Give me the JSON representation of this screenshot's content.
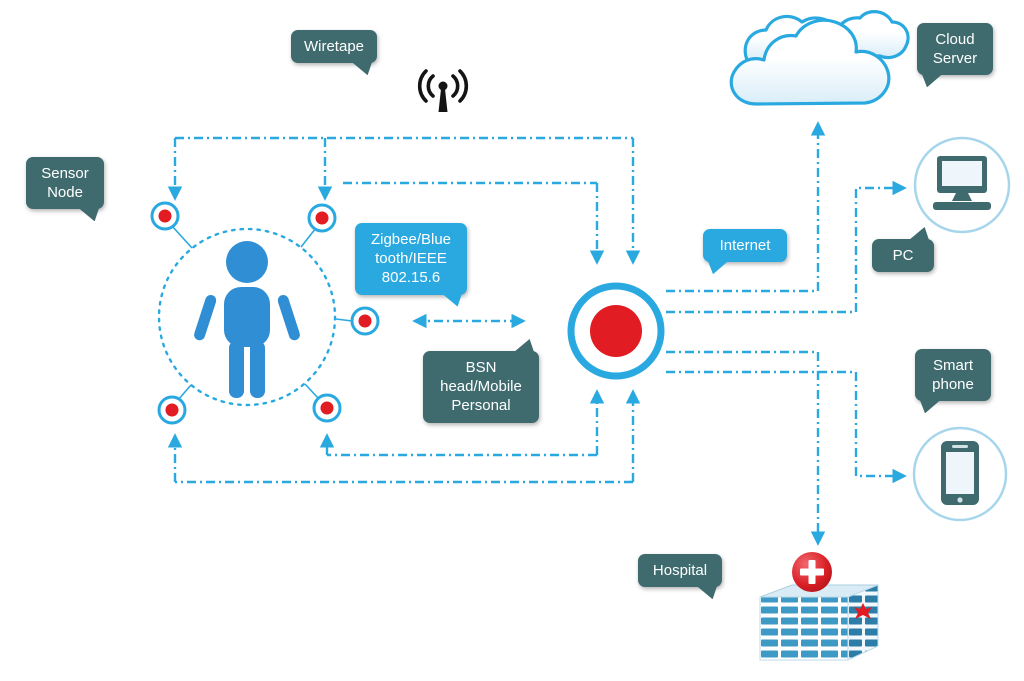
{
  "diagram": {
    "labels": {
      "wiretape": "Wiretape",
      "sensor_node": "Sensor\nNode",
      "zigbee": "Zigbee/Blue\ntooth/IEEE\n802.15.6",
      "bsn_head": "BSN\nhead/Mobile\nPersonal",
      "internet": "Internet",
      "cloud_server": "Cloud\nServer",
      "pc": "PC",
      "smart_phone": "Smart\nphone",
      "hospital": "Hospital"
    },
    "colors": {
      "teal_label_bg": "#3f6b6e",
      "blue_accent": "#29a9e0",
      "node_red": "#e11c22",
      "person_blue": "#2f8ed4",
      "label_text": "#ffffff",
      "circle_ring": "#a7d6ec",
      "antenna_black": "#141414"
    },
    "icons": {
      "antenna": "wiretap-antenna-icon",
      "person": "person-icon",
      "sensor": "sensor-node-icon",
      "hub": "bsn-hub-icon",
      "cloud": "cloud-icon",
      "pc": "pc-icon",
      "phone": "smartphone-icon",
      "hospital": "hospital-building-icon"
    }
  }
}
